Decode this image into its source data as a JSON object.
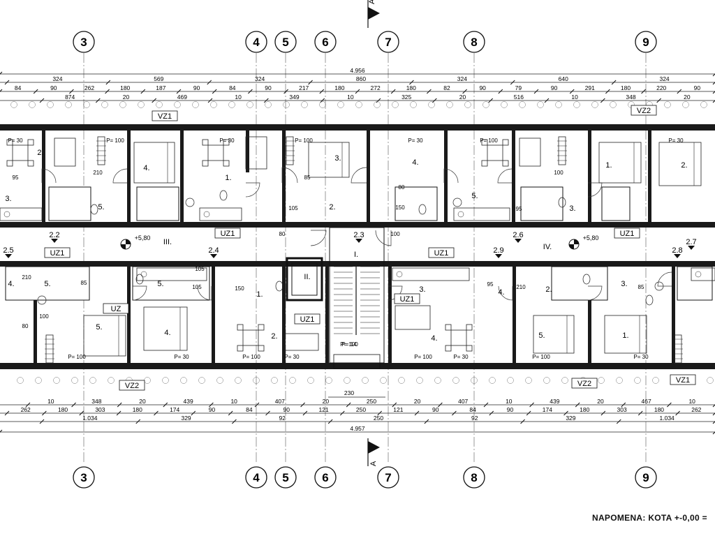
{
  "grid_axes": [
    "3",
    "4",
    "5",
    "6",
    "7",
    "8",
    "9"
  ],
  "section_marker": "A",
  "top_dims": {
    "overall": "4.956",
    "row1": [
      "324",
      "569",
      "324",
      "860",
      "324",
      "640",
      "324"
    ],
    "row2": [
      "84",
      "90",
      "262",
      "180",
      "187",
      "90",
      "84",
      "90",
      "217",
      "180",
      "272",
      "180",
      "82",
      "90",
      "79",
      "90",
      "291",
      "180",
      "220",
      "90"
    ],
    "row3": [
      "874",
      "20",
      "469",
      "10",
      "349",
      "10",
      "325",
      "20",
      "516",
      "10",
      "348",
      "20"
    ]
  },
  "bottom_dims": {
    "row1": [
      "10",
      "348",
      "20",
      "439",
      "10",
      "407",
      "20",
      "250",
      "20",
      "407",
      "10",
      "439",
      "20",
      "467",
      "10"
    ],
    "row2": [
      "262",
      "180",
      "303",
      "180",
      "174",
      "90",
      "84",
      "90",
      "121",
      "250",
      "121",
      "90",
      "84",
      "90",
      "174",
      "180",
      "303",
      "180",
      "262"
    ],
    "row3": [
      "1.034",
      "329",
      "92",
      "250",
      "92",
      "329",
      "1.034"
    ],
    "overall": "4.957",
    "stair_width": "230"
  },
  "room_numbers": [
    "2.",
    "3.",
    "4.",
    "5.",
    "1.",
    "2.",
    "3.",
    "4.",
    "5.",
    "1.",
    "2.",
    "3.",
    "4.",
    "5."
  ],
  "unit_labels": [
    "I.",
    "II.",
    "III.",
    "IV."
  ],
  "level_tags": [
    "2.2",
    "2.3",
    "2.4",
    "2.5",
    "2.6",
    "2.7",
    "2.8",
    "2.9"
  ],
  "elevations": [
    "+5,80",
    "+5,80"
  ],
  "window_tags": [
    "VZ1",
    "VZ2",
    "UZ1",
    "UZ"
  ],
  "door_dims": [
    "95",
    "210",
    "85",
    "80",
    "100",
    "105",
    "150"
  ],
  "floor_labels": [
    "P= 30",
    "P= 100",
    "P= 14"
  ],
  "note": "NAPOMENA: KOTA +-0,00 ="
}
